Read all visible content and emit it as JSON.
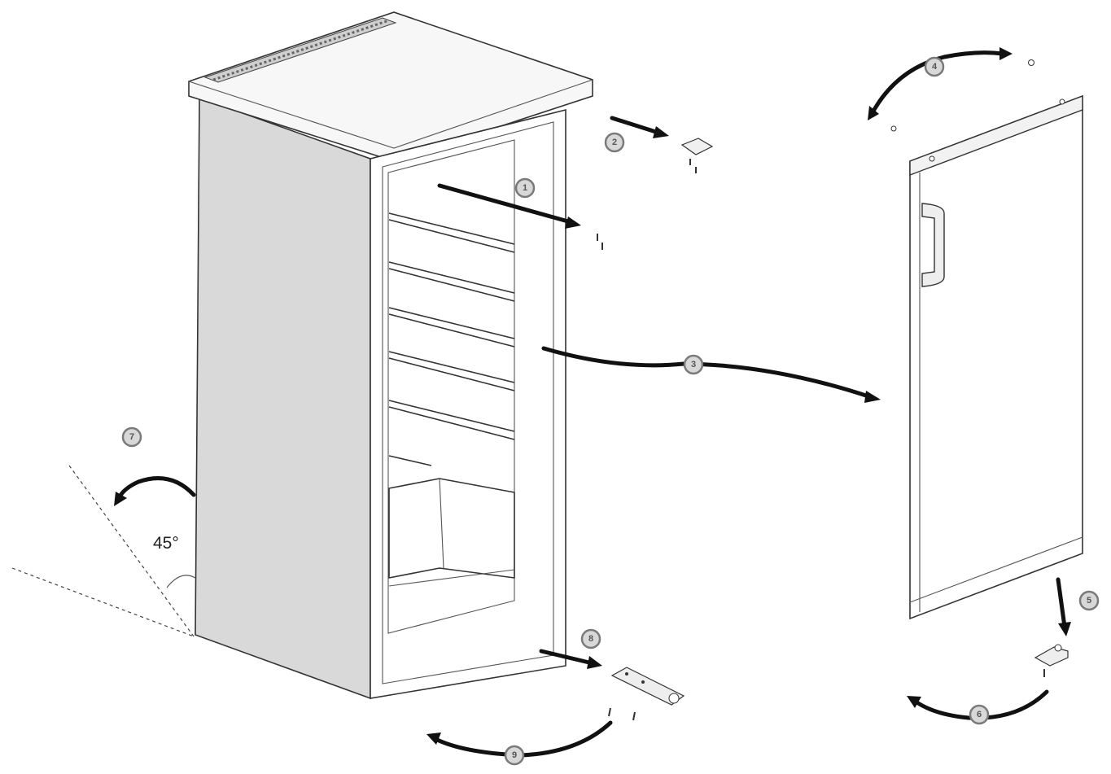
{
  "angle_label": "45°",
  "steps": [
    "1",
    "2",
    "3",
    "4",
    "5",
    "6",
    "7",
    "8",
    "9"
  ],
  "colors": {
    "line": "#333333",
    "arrow": "#111111",
    "badge_fill": "#d8d8d8",
    "badge_stroke": "#7a7a7a",
    "side_panel": "#d9d9d9"
  }
}
